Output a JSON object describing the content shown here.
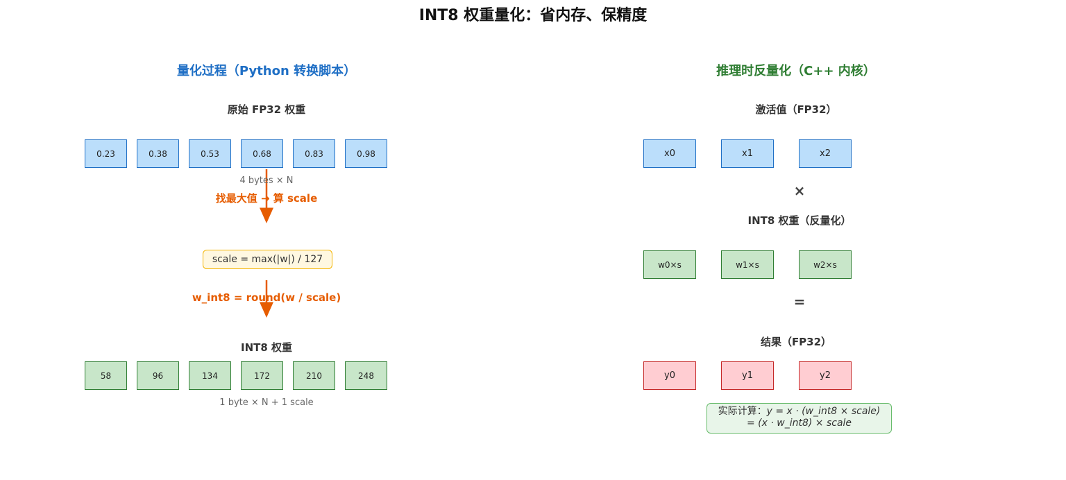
{
  "title": "INT8 权重量化：省内存、保精度",
  "left_panel": {
    "title": "量化过程（Python 转换脚本）",
    "fp32_label": "原始 FP32 权重",
    "fp32_values": [
      "0.23",
      "0.38",
      "0.53",
      "0.68",
      "0.83",
      "0.98"
    ],
    "fp32_note": "4 bytes × N",
    "step1_label": "找最大值 → 算 scale",
    "scale_formula": "scale = max(|w|) / 127",
    "step2_label": "w_int8 = round(w / scale)",
    "int8_label": "INT8 权重",
    "int8_values": [
      "58",
      "96",
      "134",
      "172",
      "210",
      "248"
    ],
    "int8_note": "1 byte × N + 1 scale"
  },
  "right_panel": {
    "title": "推理时反量化（C++ 内核）",
    "activation_label": "激活值（FP32）",
    "activations": [
      "x0",
      "x1",
      "x2"
    ],
    "multiply_symbol": "×",
    "weights_label": "INT8 权重（反量化）",
    "weights": [
      "w0×s",
      "w1×s",
      "w2×s"
    ],
    "equals_symbol": "=",
    "result_label": "结果（FP32）",
    "results": [
      "y0",
      "y1",
      "y2"
    ],
    "calc_prefix": "实际计算：",
    "calc_line1": "y = x · (w_int8 × scale)",
    "calc_line2": "= (x · w_int8) × scale"
  },
  "colors": {
    "blue_fill": "#bbdefb",
    "blue_border": "#1f6fc5",
    "green_fill": "#c8e6c9",
    "green_border": "#2e7d32",
    "red_fill": "#ffcdd2",
    "red_border": "#c62828",
    "arrow": "#e65c00",
    "formula_border": "#f4b400"
  }
}
